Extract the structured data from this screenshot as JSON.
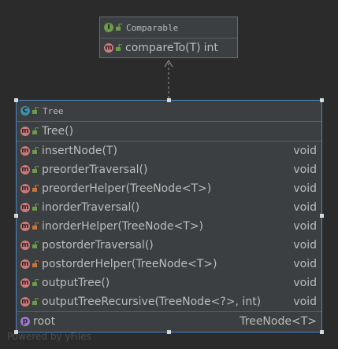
{
  "interface": {
    "stereotype_icon": "interface-icon",
    "title": "Comparable",
    "methods": [
      {
        "name": "compareTo(T)",
        "returns": "int",
        "visibility": "public"
      }
    ]
  },
  "class": {
    "stereotype_icon": "class-icon",
    "title": "Tree",
    "constructors": [
      {
        "name": "Tree()",
        "visibility": "public"
      }
    ],
    "methods": [
      {
        "name": "insertNode(T)",
        "returns": "void",
        "visibility": "public"
      },
      {
        "name": "preorderTraversal()",
        "returns": "void",
        "visibility": "public"
      },
      {
        "name": "preorderHelper(TreeNode<T>)",
        "returns": "void",
        "visibility": "private"
      },
      {
        "name": "inorderTraversal()",
        "returns": "void",
        "visibility": "public"
      },
      {
        "name": "inorderHelper(TreeNode<T>)",
        "returns": "void",
        "visibility": "private"
      },
      {
        "name": "postorderTraversal()",
        "returns": "void",
        "visibility": "public"
      },
      {
        "name": "postorderHelper(TreeNode<T>)",
        "returns": "void",
        "visibility": "private"
      },
      {
        "name": "outputTree()",
        "returns": "void",
        "visibility": "public"
      },
      {
        "name": "outputTreeRecursive(TreeNode<?>, int)",
        "returns": "void",
        "visibility": "public"
      }
    ],
    "properties": [
      {
        "name": "root",
        "type": "TreeNode<T>"
      }
    ]
  },
  "footer": {
    "watermark": "Powered by yFiles"
  },
  "colors": {
    "background": "#2b2b2b",
    "node_fill": "#3c3f41",
    "selection_border": "#4a88c7",
    "public_lock": "#6a9a4a",
    "private_lock": "#c8743a"
  }
}
